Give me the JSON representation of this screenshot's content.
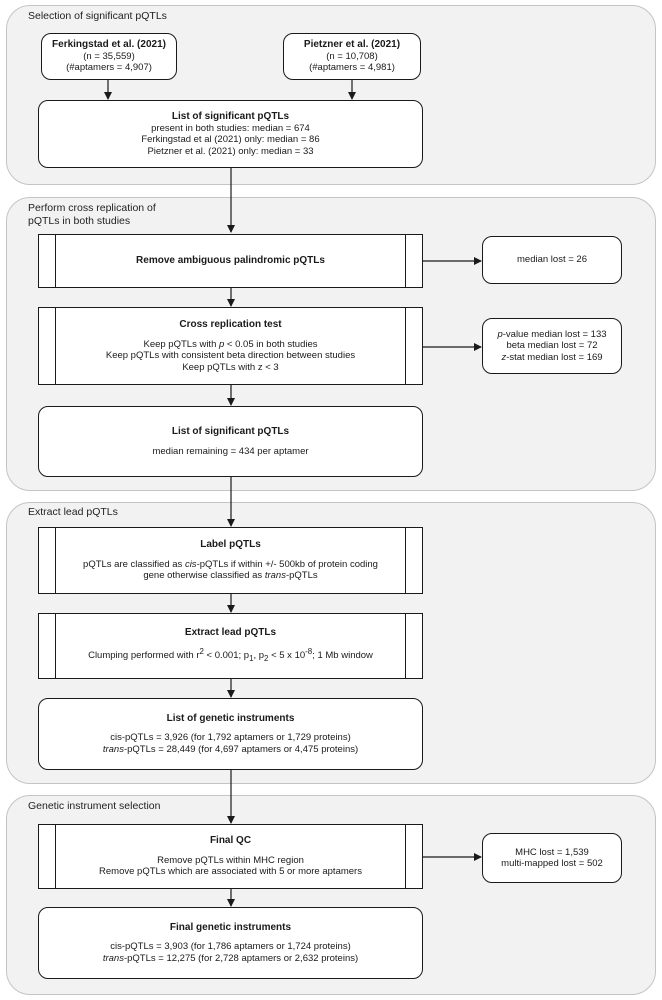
{
  "sections": {
    "s1": "Selection of significant pQTLs",
    "s2": "Perform cross replication of pQTLs in both studies",
    "s3": "Extract lead pQTLs",
    "s4": "Genetic instrument selection"
  },
  "ferk": {
    "title": "Ferkingstad et al. (2021)",
    "n": "(n = 35,559)",
    "apt": "(#aptamers = 4,907)"
  },
  "pietz": {
    "title": "Pietzner et al. (2021)",
    "n": "(n = 10,708)",
    "apt": "(#aptamers = 4,981)"
  },
  "list1": {
    "title": "List of significant pQTLs",
    "l1": "present in both studies: median = 674",
    "l2": "Ferkingstad et al (2021) only: median = 86",
    "l3": "Pietzner et al. (2021) only: median = 33"
  },
  "remove_pal": {
    "title": "Remove ambiguous palindromic pQTLs"
  },
  "median_lost": "median lost = 26",
  "cross": {
    "title": "Cross replication test",
    "l1_pre": "Keep pQTLs with ",
    "l1_p": "p",
    "l1_post": " < 0.05 in both studies",
    "l2": "Keep pQTLs with consistent beta direction between studies",
    "l3": "Keep pQTLs with z < 3"
  },
  "lost_box": {
    "pv_italic": "p",
    "pv_rest": "-value median lost = 133",
    "beta": "beta median lost = 72",
    "z_italic": "z",
    "z_rest": "-stat median lost = 169"
  },
  "list2": {
    "title": "List of significant pQTLs",
    "l1": "median remaining = 434 per aptamer"
  },
  "label": {
    "title": "Label pQTLs",
    "l1_pre": "pQTLs are classified as ",
    "l1_cis": "cis",
    "l1_post": "-pQTLs if within +/- 500kb of protein coding",
    "l2_pre": "gene otherwise classified as ",
    "l2_trans": "trans",
    "l2_post": "-pQTLs"
  },
  "extract": {
    "title": "Extract lead pQTLs",
    "l1_a": "Clumping performed with r",
    "l1_sup2": "2",
    "l1_b": " < 0.001; p",
    "l1_sub1": "1",
    "l1_c": ", p",
    "l1_sub2": "2",
    "l1_d": " < 5 x 10",
    "l1_exp": "-8",
    "l1_e": "; 1 Mb window"
  },
  "instruments": {
    "title": "List of genetic instruments",
    "l1": "cis-pQTLs = 3,926 (for 1,792 aptamers or 1,729 proteins)",
    "l2_trans": "trans",
    "l2_rest": "-pQTLs = 28,449 (for 4,697 aptamers or 4,475 proteins)"
  },
  "finalqc": {
    "title": "Final QC",
    "l1": "Remove pQTLs within MHC region",
    "l2": "Remove pQTLs which are associated with 5 or more aptamers"
  },
  "mhc_box": {
    "l1": "MHC lost = 1,539",
    "l2": "multi-mapped lost = 502"
  },
  "final": {
    "title": "Final genetic instruments",
    "l1": "cis-pQTLs = 3,903 (for 1,786 aptamers or 1,724 proteins)",
    "l2_trans": "trans",
    "l2_rest": "-pQTLs = 12,275 (for 2,728 aptamers or 2,632 proteins)"
  }
}
